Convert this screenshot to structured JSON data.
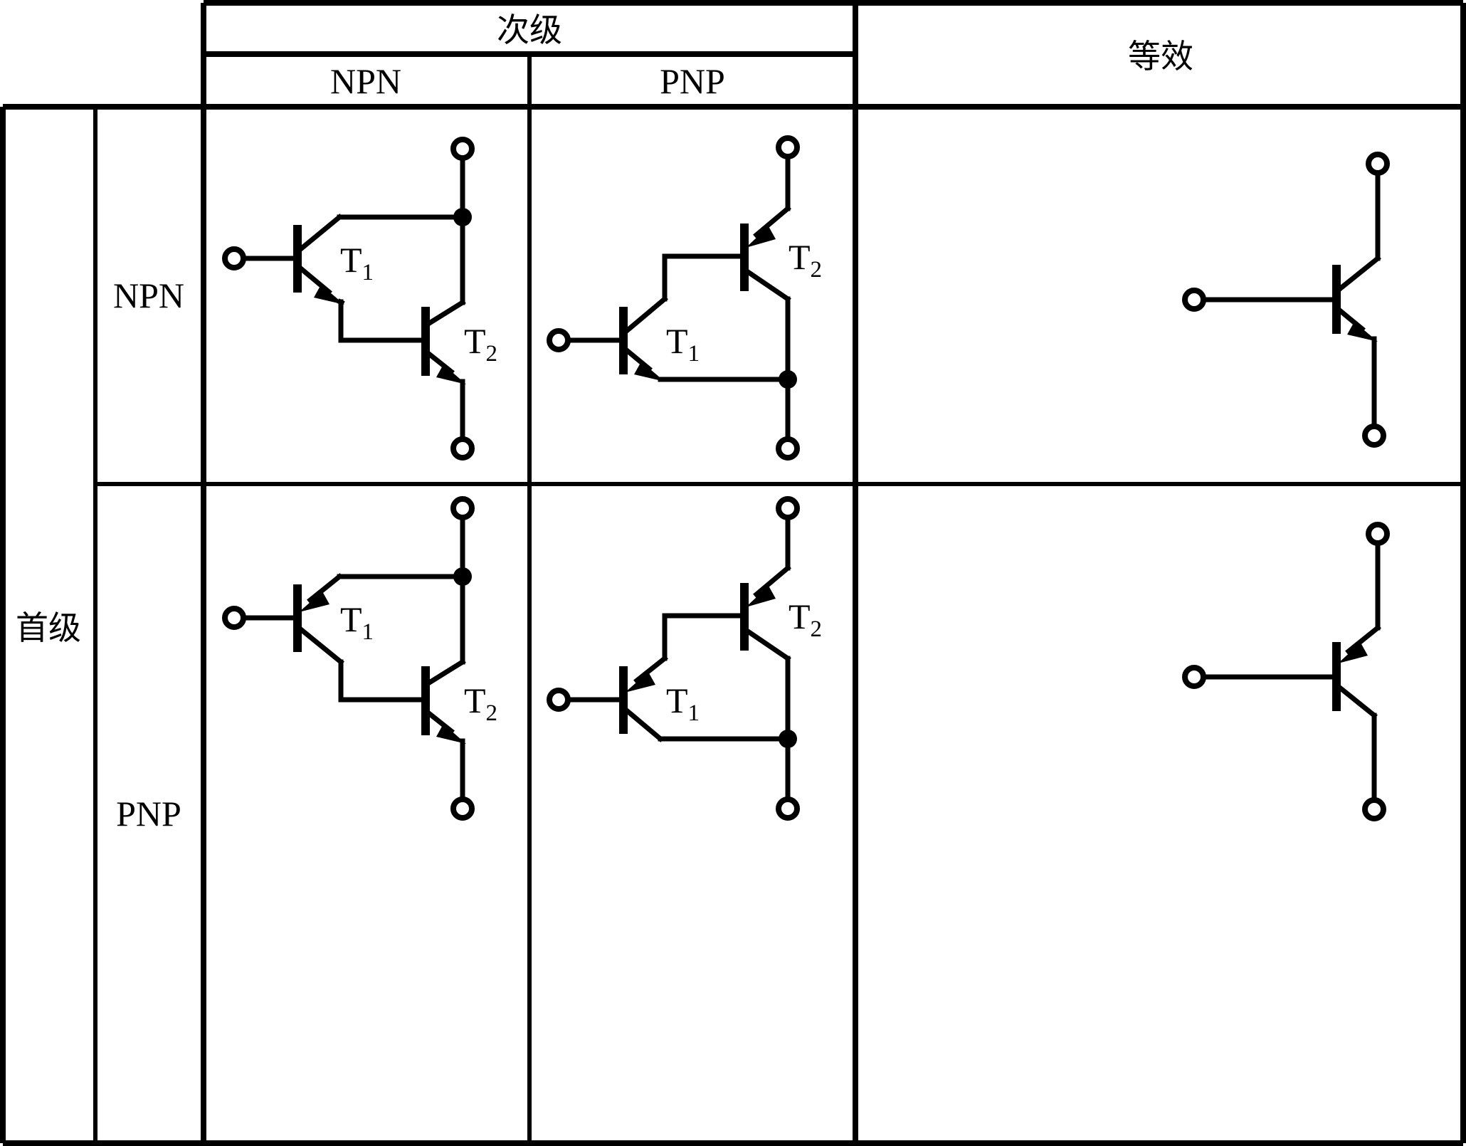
{
  "title": "Darlington pair configurations table",
  "table": {
    "column_headers": {
      "secondary_group": "次级",
      "secondary_sub": [
        "NPN",
        "PNP"
      ],
      "equivalent": "等效"
    },
    "row_headers": {
      "primary_group": "首级",
      "primary_sub": [
        "NPN",
        "PNP"
      ]
    }
  },
  "cells": [
    {
      "row": "NPN",
      "col": "NPN",
      "transistors": [
        {
          "name": "T",
          "subscript": "1",
          "type": "NPN",
          "label": "T1"
        },
        {
          "name": "T",
          "subscript": "2",
          "type": "NPN",
          "label": "T2"
        }
      ],
      "terminals": [
        "base-open-circle",
        "collector-open-circle",
        "emitter-open-circle"
      ],
      "junction_dots": 1
    },
    {
      "row": "NPN",
      "col": "PNP",
      "transistors": [
        {
          "name": "T",
          "subscript": "1",
          "type": "NPN",
          "label": "T1"
        },
        {
          "name": "T",
          "subscript": "2",
          "type": "PNP",
          "label": "T2"
        }
      ],
      "terminals": [
        "base-open-circle",
        "collector-open-circle",
        "emitter-open-circle"
      ],
      "junction_dots": 1
    },
    {
      "row": "NPN",
      "col": "equivalent",
      "transistors": [
        {
          "name": "",
          "subscript": "",
          "type": "NPN",
          "label": ""
        }
      ],
      "terminals": [
        "base-open-circle",
        "collector-open-circle",
        "emitter-open-circle"
      ],
      "junction_dots": 0
    },
    {
      "row": "PNP",
      "col": "NPN",
      "transistors": [
        {
          "name": "T",
          "subscript": "1",
          "type": "PNP",
          "label": "T1"
        },
        {
          "name": "T",
          "subscript": "2",
          "type": "NPN",
          "label": "T2"
        }
      ],
      "terminals": [
        "base-open-circle",
        "collector-open-circle",
        "emitter-open-circle"
      ],
      "junction_dots": 1
    },
    {
      "row": "PNP",
      "col": "PNP",
      "transistors": [
        {
          "name": "T",
          "subscript": "1",
          "type": "PNP",
          "label": "T1"
        },
        {
          "name": "T",
          "subscript": "2",
          "type": "PNP",
          "label": "T2"
        }
      ],
      "terminals": [
        "base-open-circle",
        "collector-open-circle",
        "emitter-open-circle"
      ],
      "junction_dots": 1
    },
    {
      "row": "PNP",
      "col": "equivalent",
      "transistors": [
        {
          "name": "",
          "subscript": "",
          "type": "PNP",
          "label": ""
        }
      ],
      "terminals": [
        "base-open-circle",
        "collector-open-circle",
        "emitter-open-circle"
      ],
      "junction_dots": 0
    }
  ],
  "transistor_labels": {
    "t1_main": "T",
    "t1_sub": "1",
    "t2_main": "T",
    "t2_sub": "2"
  },
  "colors": {
    "line": "#000000",
    "background": "#ffffff"
  }
}
